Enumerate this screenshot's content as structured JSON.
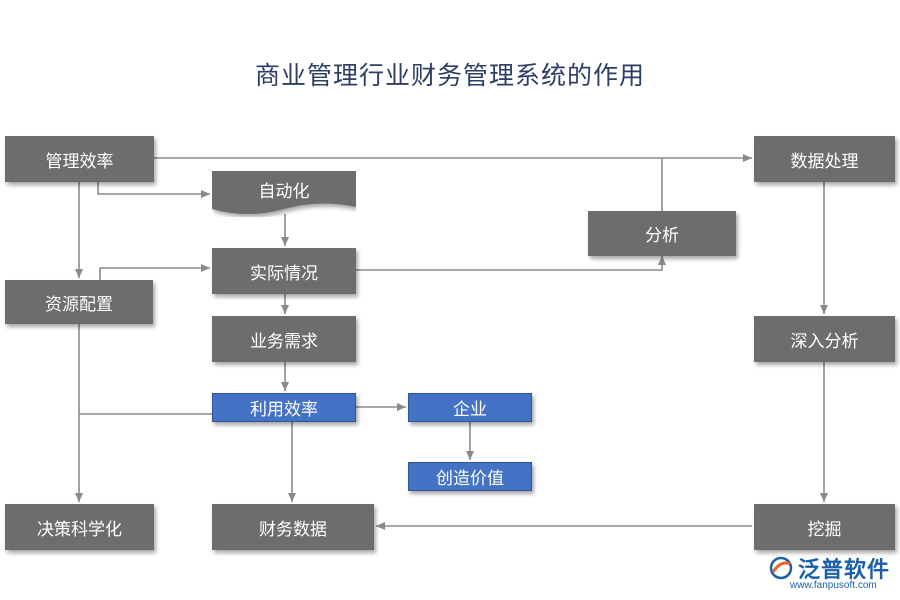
{
  "title": "商业管理行业财务管理系统的作用",
  "nodes": {
    "guanli_xiaolv": "管理效率",
    "zidonghua": "自动化",
    "shiji_qingkuang": "实际情况",
    "ziyuan_peizhi": "资源配置",
    "yewu_xuqiu": "业务需求",
    "liyong_xiaolv": "利用效率",
    "qiye": "企业",
    "chuangzao_jiazhi": "创造价值",
    "juece_kexuehua": "决策科学化",
    "caiwu_shuju": "财务数据",
    "fenxi": "分析",
    "shuju_chuli": "数据处理",
    "shenru_fenxi": "深入分析",
    "wajue": "挖掘"
  },
  "logo": {
    "name": "泛普软件",
    "url": "www.fanpusoft.com"
  },
  "colors": {
    "gray_box": "#6d6d6d",
    "blue_box": "#4472c4",
    "line": "#8a8a8a",
    "title": "#2c3e66"
  }
}
